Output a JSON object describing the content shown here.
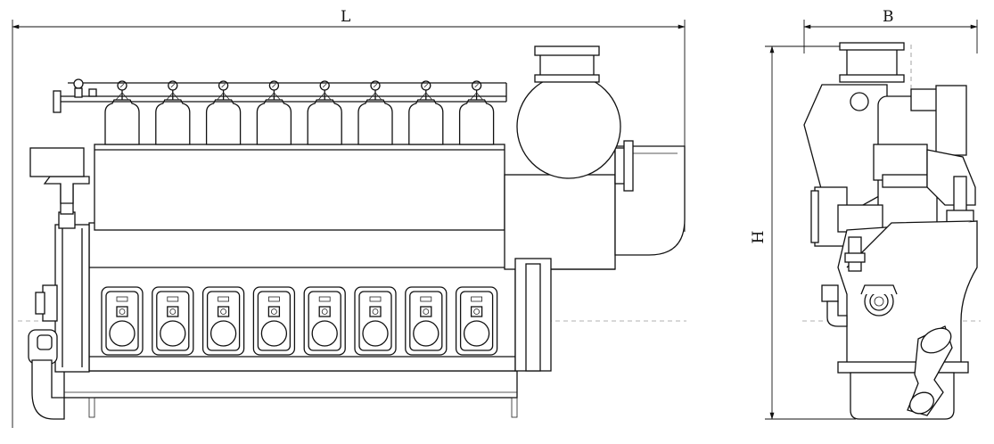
{
  "dimensions": {
    "length_label": "L",
    "width_label": "B",
    "height_label": "H"
  },
  "engine": {
    "cylinder_count": 8,
    "views": [
      "side-view",
      "end-view"
    ]
  },
  "colors": {
    "line": "#111111",
    "background": "#ffffff"
  }
}
